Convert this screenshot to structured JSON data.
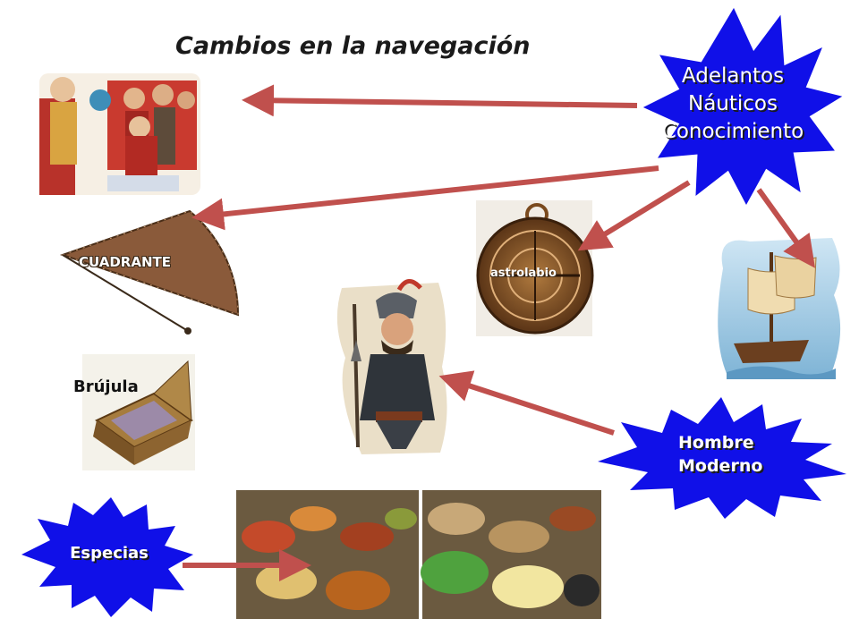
{
  "title": "Cambios en la navegación",
  "stars": {
    "adelantos": {
      "lines": [
        "Adelantos",
        "Náuticos",
        "Conocimiento"
      ]
    },
    "hombre": {
      "lines": [
        "Hombre",
        "Moderno"
      ]
    },
    "especias": {
      "label": "Especias"
    }
  },
  "items": {
    "cuadrante": "CUADRANTE",
    "astrolabio": "astrolabio",
    "brujula": "Brújula"
  },
  "colors": {
    "star_fill": "#1010e8",
    "arrow": "#c0504d",
    "title": "#1a1a1a"
  }
}
